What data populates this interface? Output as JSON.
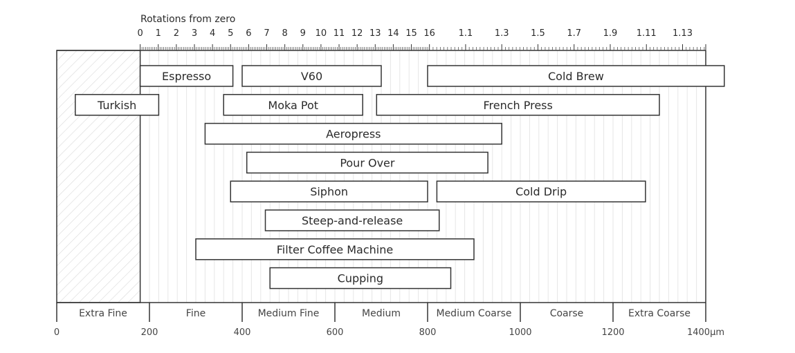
{
  "chart_data": {
    "type": "range-bar",
    "title": "Rotations from zero",
    "rotation_ticks": [
      {
        "label": "0",
        "um": 180
      },
      {
        "label": "1",
        "um": 219
      },
      {
        "label": "2",
        "um": 258
      },
      {
        "label": "3",
        "um": 297
      },
      {
        "label": "4",
        "um": 336
      },
      {
        "label": "5",
        "um": 375
      },
      {
        "label": "6",
        "um": 414
      },
      {
        "label": "7",
        "um": 453
      },
      {
        "label": "8",
        "um": 492
      },
      {
        "label": "9",
        "um": 531
      },
      {
        "label": "10",
        "um": 570
      },
      {
        "label": "11",
        "um": 609
      },
      {
        "label": "12",
        "um": 648
      },
      {
        "label": "13",
        "um": 687
      },
      {
        "label": "14",
        "um": 726
      },
      {
        "label": "15",
        "um": 765
      },
      {
        "label": "16",
        "um": 804
      },
      {
        "label": "1.1",
        "um": 882
      },
      {
        "label": "1.3",
        "um": 960
      },
      {
        "label": "1.5",
        "um": 1038
      },
      {
        "label": "1.7",
        "um": 1116
      },
      {
        "label": "1.9",
        "um": 1194
      },
      {
        "label": "1.11",
        "um": 1272
      },
      {
        "label": "1.13",
        "um": 1350
      }
    ],
    "x_ticks": [
      {
        "label": "0",
        "um": 0
      },
      {
        "label": "200",
        "um": 200
      },
      {
        "label": "400",
        "um": 400
      },
      {
        "label": "600",
        "um": 600
      },
      {
        "label": "800",
        "um": 800
      },
      {
        "label": "1000",
        "um": 1000
      },
      {
        "label": "1200",
        "um": 1200
      },
      {
        "label": "1400μm",
        "um": 1400
      }
    ],
    "grind_categories": [
      {
        "label": "Extra Fine",
        "from": 0,
        "to": 200
      },
      {
        "label": "Fine",
        "from": 200,
        "to": 400
      },
      {
        "label": "Medium Fine",
        "from": 400,
        "to": 600
      },
      {
        "label": "Medium",
        "from": 600,
        "to": 800
      },
      {
        "label": "Medium Coarse",
        "from": 800,
        "to": 1000
      },
      {
        "label": "Coarse",
        "from": 1000,
        "to": 1200
      },
      {
        "label": "Extra Coarse",
        "from": 1200,
        "to": 1400
      }
    ],
    "brew_methods": [
      {
        "label": "Espresso",
        "row": 0,
        "from": 180,
        "to": 380
      },
      {
        "label": "V60",
        "row": 0,
        "from": 400,
        "to": 700
      },
      {
        "label": "Cold Brew",
        "row": 0,
        "from": 800,
        "to": 1440
      },
      {
        "label": "Turkish",
        "row": 1,
        "from": 40,
        "to": 220
      },
      {
        "label": "Moka Pot",
        "row": 1,
        "from": 360,
        "to": 660
      },
      {
        "label": "French Press",
        "row": 1,
        "from": 690,
        "to": 1300
      },
      {
        "label": "Aeropress",
        "row": 2,
        "from": 320,
        "to": 960
      },
      {
        "label": "Pour Over",
        "row": 3,
        "from": 410,
        "to": 930
      },
      {
        "label": "Siphon",
        "row": 4,
        "from": 375,
        "to": 800
      },
      {
        "label": "Cold Drip",
        "row": 4,
        "from": 820,
        "to": 1270
      },
      {
        "label": "Steep-and-release",
        "row": 5,
        "from": 450,
        "to": 825
      },
      {
        "label": "Filter Coffee Machine",
        "row": 6,
        "from": 300,
        "to": 900
      },
      {
        "label": "Cupping",
        "row": 7,
        "from": 460,
        "to": 850
      }
    ],
    "unreachable_range": {
      "from": 0,
      "to": 180
    }
  }
}
